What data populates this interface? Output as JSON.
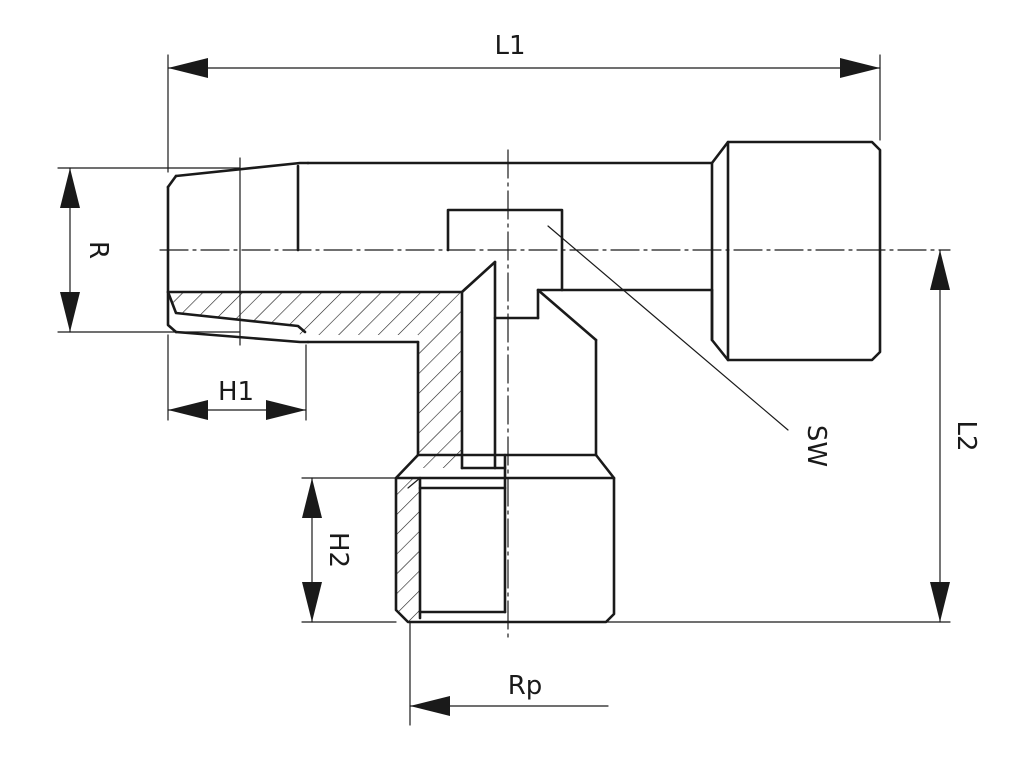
{
  "labels": {
    "l1": "L1",
    "l2": "L2",
    "r": "R",
    "h1": "H1",
    "h2": "H2",
    "sw": "SW",
    "rp": "Rp"
  },
  "colors": {
    "line": "#1a1a1a",
    "background": "#ffffff"
  }
}
